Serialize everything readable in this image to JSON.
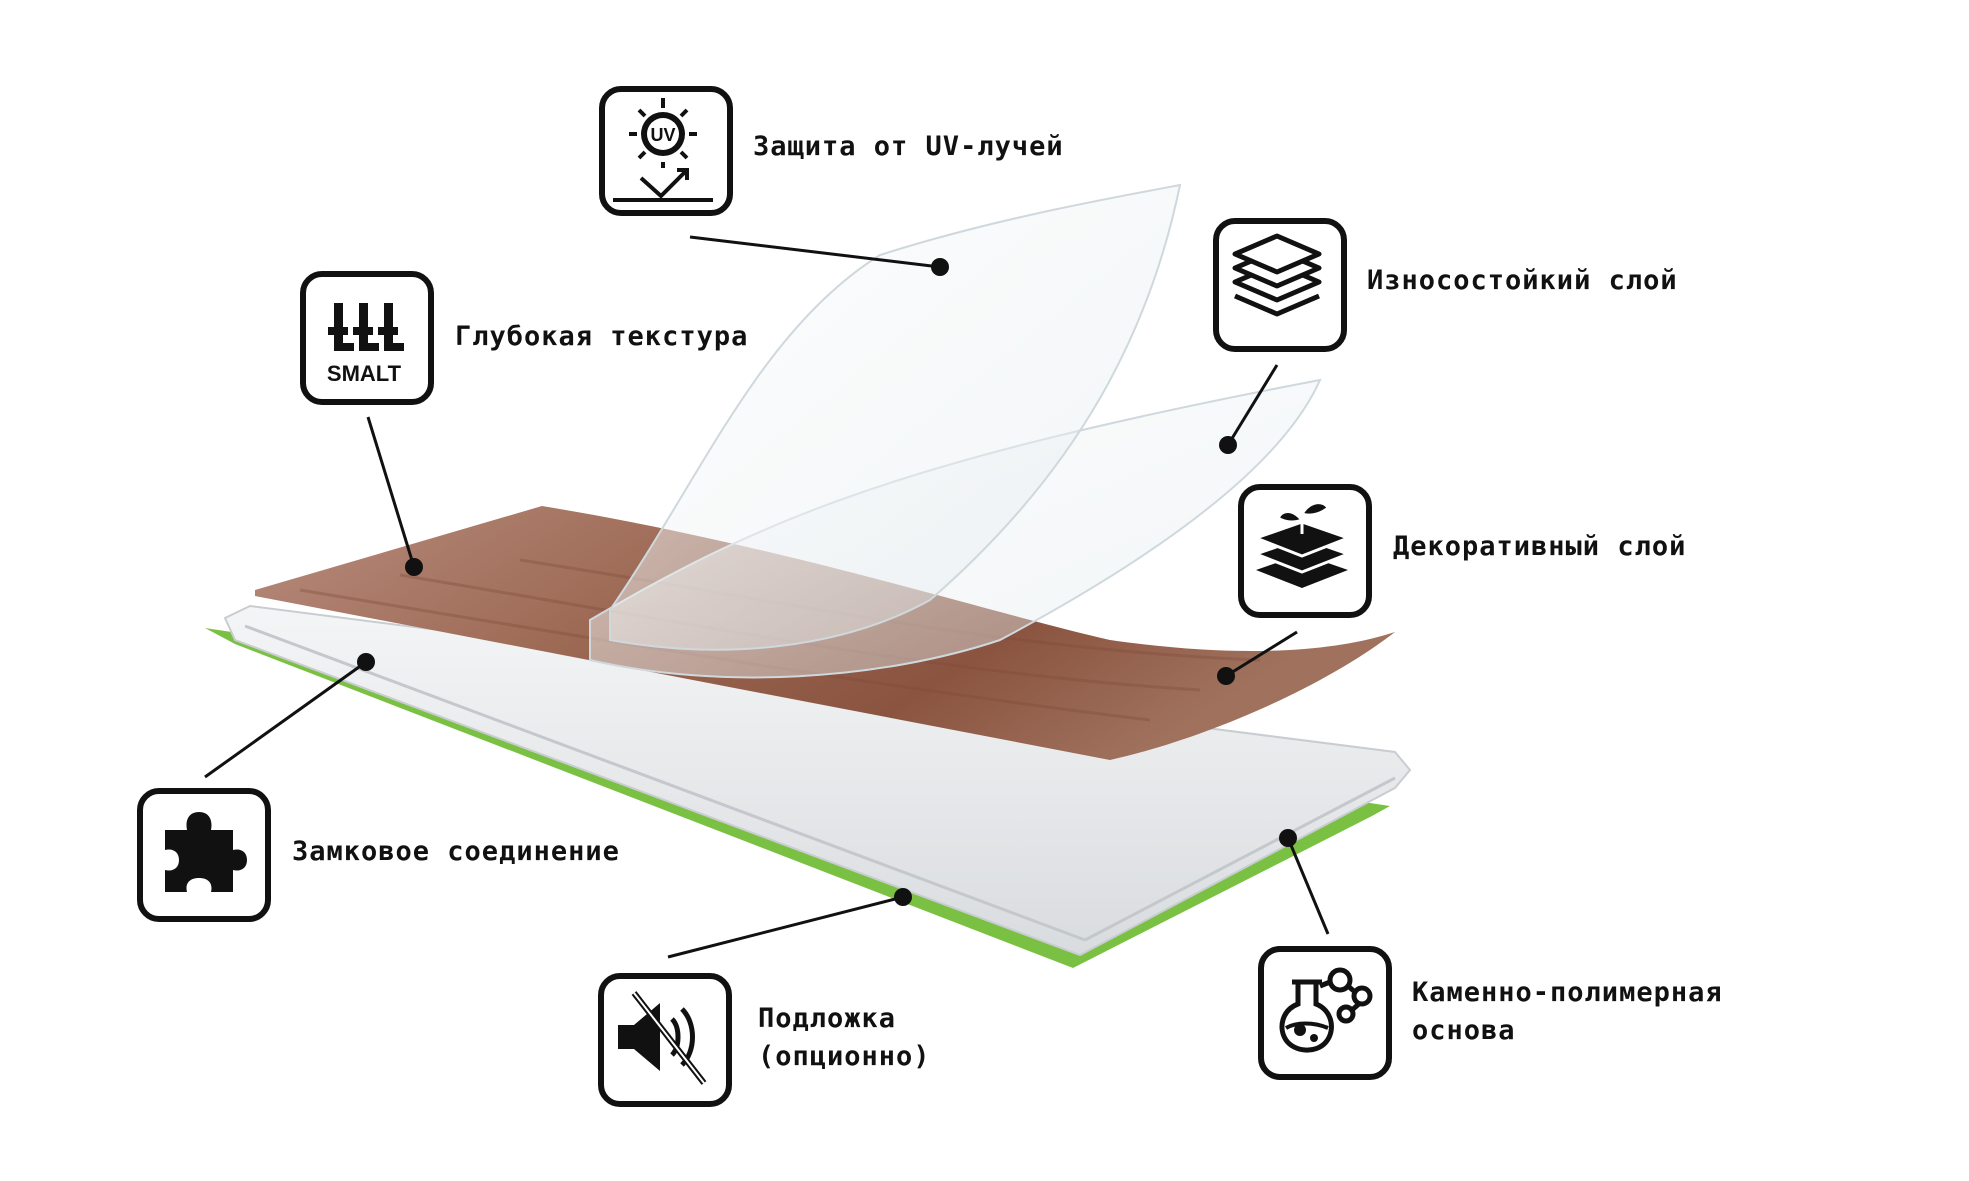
{
  "labels": {
    "uv": "Защита от UV-лучей",
    "wear": "Износостойкий слой",
    "texture": "Глубокая текстура",
    "deco": "Декоративный слой",
    "lock": "Замковое соединение",
    "underlay_1": "Подложка",
    "underlay_2": "(опционно)",
    "core_1": "Каменно-полимерная",
    "core_2": "основа"
  },
  "icons": {
    "uv_badge": "UV",
    "smalt_badge": "SMALT"
  },
  "colors": {
    "ink": "#111111",
    "underlay_green": "#7ac143",
    "wood": "#9b6550"
  }
}
